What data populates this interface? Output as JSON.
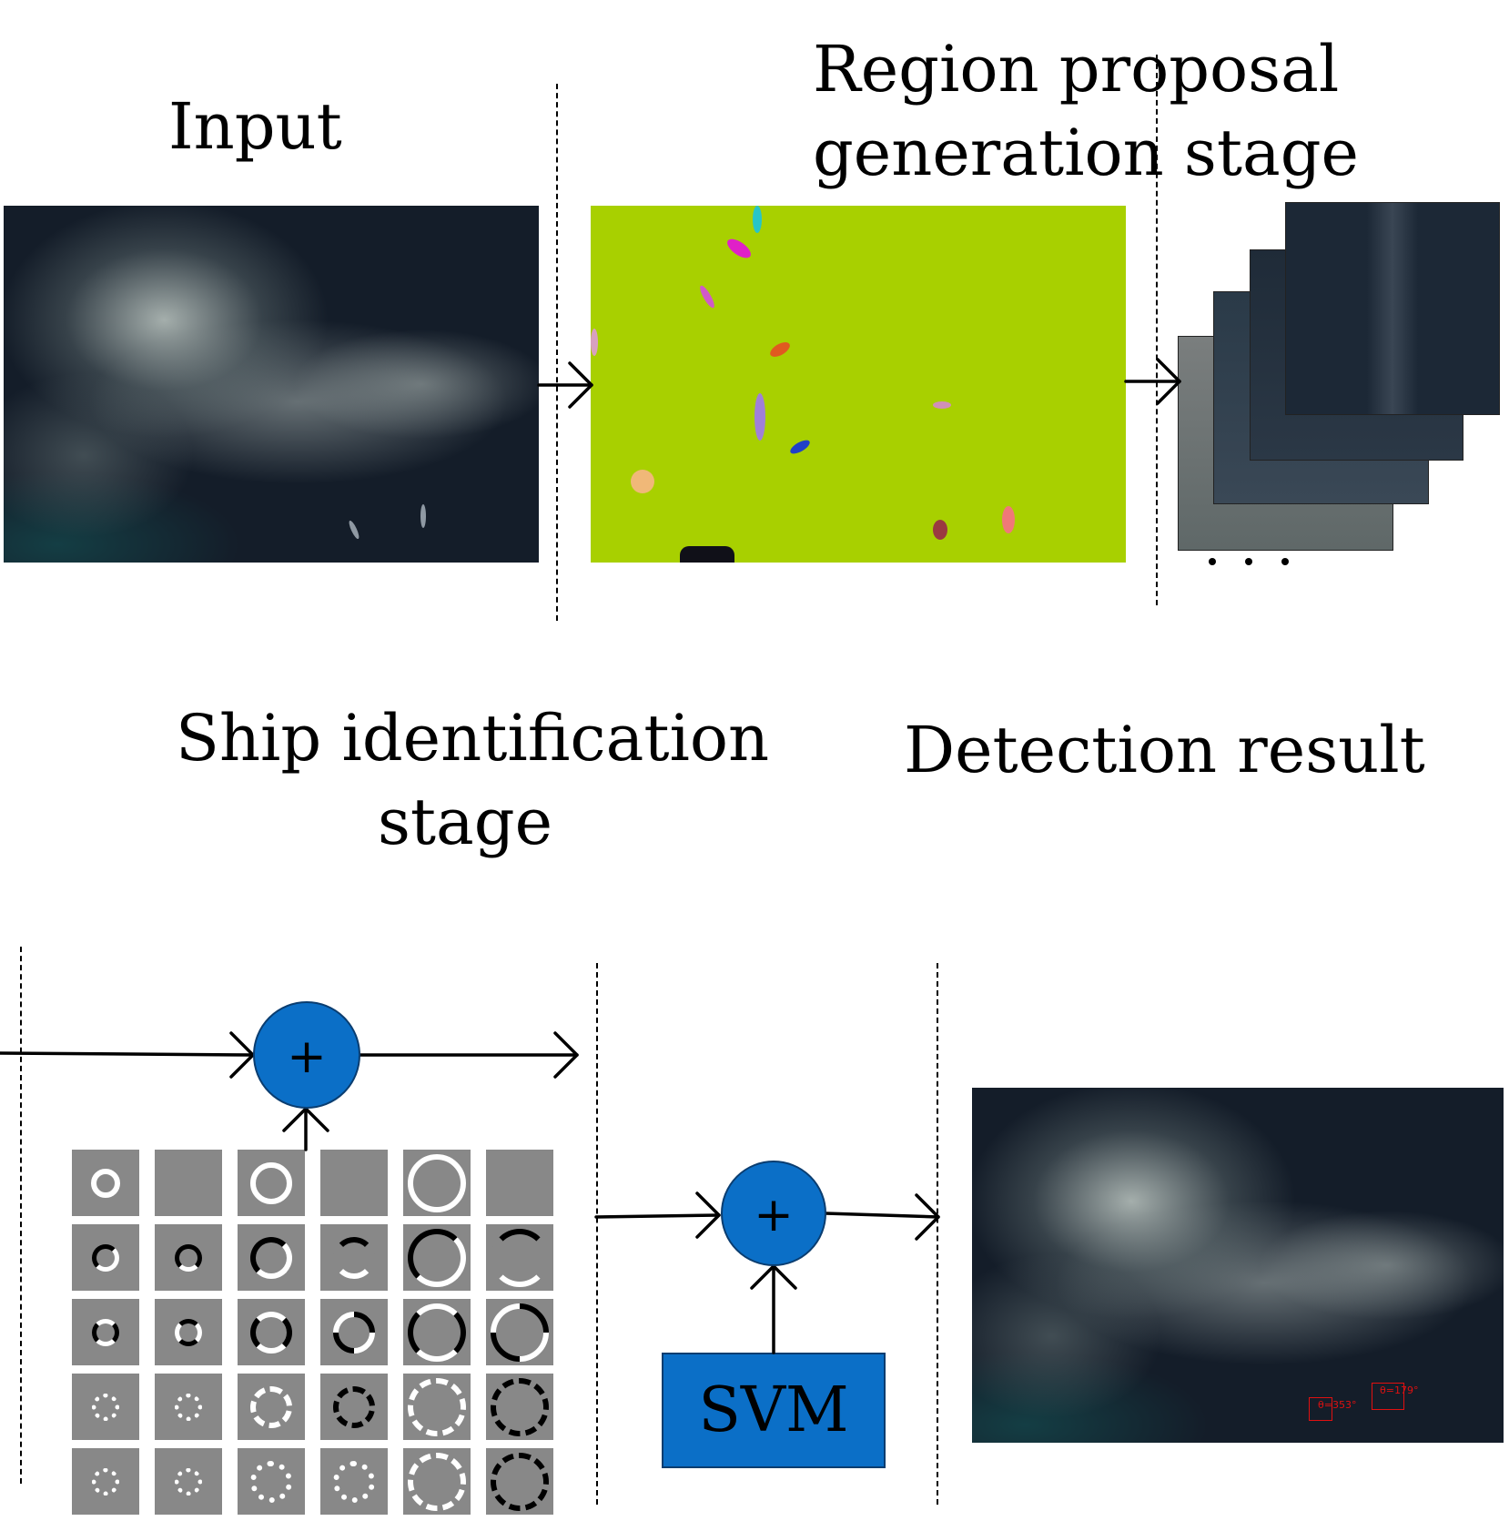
{
  "labels": {
    "input": "Input",
    "region_line1": "Region proposal",
    "region_line2": "generation stage",
    "ship_line1": "Ship identification",
    "ship_line2": "stage",
    "detection": "Detection result"
  },
  "operators": {
    "sum_top": "+",
    "sum_bottom": "+"
  },
  "svm": {
    "label": "SVM"
  },
  "detections": [
    {
      "label": "θ=353°"
    },
    {
      "label": "θ=179°"
    }
  ],
  "colors": {
    "circle_fill": "#0b6fc7",
    "segmentation_background": "#a8d000",
    "detection_box": "#e01010"
  }
}
